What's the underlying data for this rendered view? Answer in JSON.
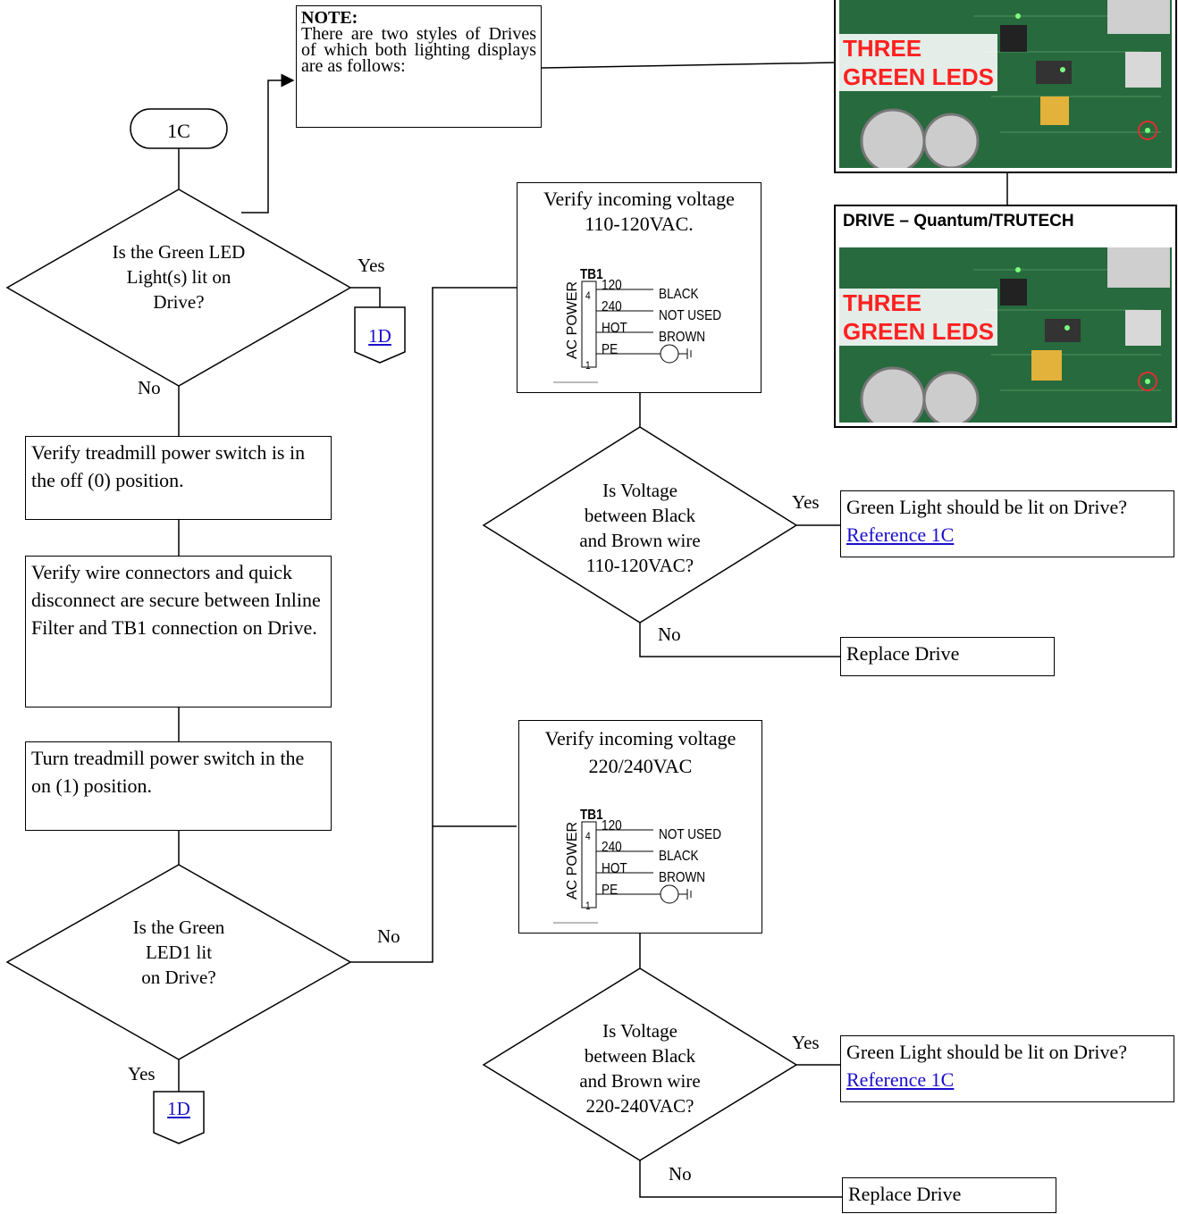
{
  "start": {
    "label": "1C"
  },
  "note": {
    "heading": "NOTE:",
    "text": "There are two styles of Drives of which both lighting displays are as follows:"
  },
  "photos": {
    "top": {
      "led_label_1": "THREE",
      "led_label_2": "GREEN LEDS"
    },
    "bottom": {
      "title": "DRIVE – Quantum/TRUTECH",
      "led_label_1": "THREE",
      "led_label_2": "GREEN LEDS"
    }
  },
  "decision1": {
    "line1": "Is the Green LED",
    "line2": "Light(s) lit on",
    "line3": "Drive?",
    "yes": "Yes",
    "no": "No"
  },
  "connector_1d_a": {
    "label": "1D"
  },
  "step1": {
    "text": "Verify treadmill power switch is in the off (0) position."
  },
  "step2": {
    "text": "Verify wire connectors and quick disconnect are secure between Inline Filter and TB1 connection on Drive."
  },
  "step3": {
    "text": "Turn treadmill power switch in the on (1) position."
  },
  "decision2": {
    "line1": "Is the Green",
    "line2": "LED1 lit",
    "line3": "on Drive?",
    "yes": "Yes",
    "no": "No"
  },
  "connector_1d_b": {
    "label": "1D"
  },
  "verify110": {
    "title1": "Verify incoming voltage",
    "title2": "110-120VAC.",
    "tb": {
      "name": "TB1",
      "side": "AC POWER",
      "t4": "4",
      "t1": "1",
      "r1": "120",
      "r2": "240",
      "r3": "HOT",
      "r4": "PE",
      "w1": "BLACK",
      "w2": "NOT USED",
      "w3": "BROWN"
    }
  },
  "decision3": {
    "line1": "Is Voltage",
    "line2": "between Black",
    "line3": "and Brown wire",
    "line4": "110-120VAC?",
    "yes": "Yes",
    "no": "No"
  },
  "result3_yes": {
    "text": "Green Light should be lit on Drive?",
    "link": "Reference 1C"
  },
  "result3_no": {
    "text": "Replace Drive"
  },
  "verify220": {
    "title1": "Verify incoming voltage",
    "title2": "220/240VAC",
    "tb": {
      "name": "TB1",
      "side": "AC POWER",
      "t4": "4",
      "t1": "1",
      "r1": "120",
      "r2": "240",
      "r3": "HOT",
      "r4": "PE",
      "w1": "NOT USED",
      "w2": "BLACK",
      "w3": "BROWN"
    }
  },
  "decision4": {
    "line1": "Is Voltage",
    "line2": "between Black",
    "line3": "and Brown wire",
    "line4": "220-240VAC?",
    "yes": "Yes",
    "no": "No"
  },
  "result4_yes": {
    "text": "Green Light should be lit on Drive?",
    "link": "Reference 1C"
  },
  "result4_no": {
    "text": "Replace Drive"
  }
}
